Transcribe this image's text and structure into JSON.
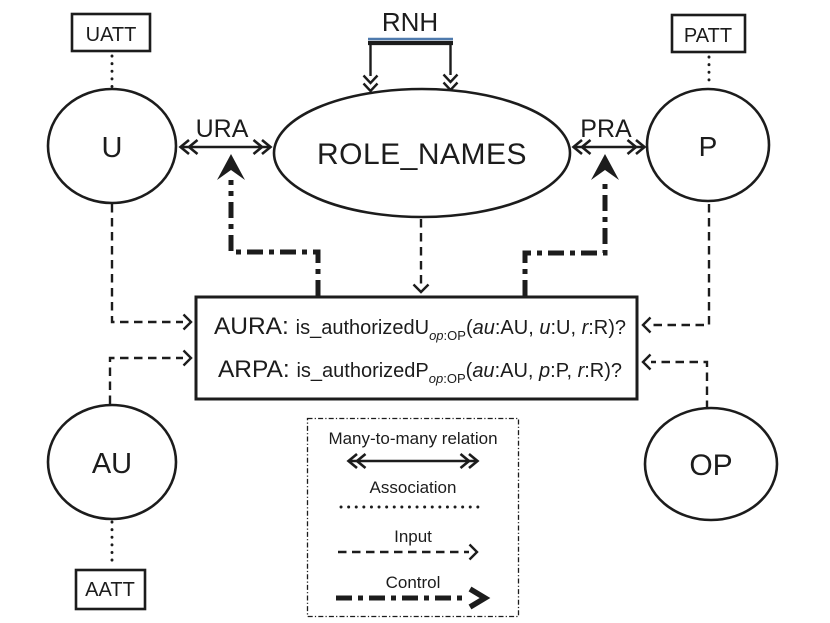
{
  "nodes": {
    "u": {
      "label": "U"
    },
    "p": {
      "label": "P"
    },
    "au": {
      "label": "AU"
    },
    "op": {
      "label": "OP"
    },
    "role_names": {
      "label": "ROLE_NAMES"
    },
    "uatt": {
      "label": "UATT"
    },
    "patt": {
      "label": "PATT"
    },
    "aatt": {
      "label": "AATT"
    }
  },
  "edge_labels": {
    "rnh": "RNH",
    "ura": "URA",
    "pra": "PRA"
  },
  "auth_box": {
    "line1": [
      {
        "t": "AURA: ",
        "c": "big"
      },
      {
        "t": "is_authorizedU",
        "c": "fn"
      },
      {
        "t": "op",
        "c": "subi"
      },
      {
        "t": ":OP",
        "c": "sub"
      },
      {
        "t": "(",
        "c": "fn"
      },
      {
        "t": "au",
        "c": "fni"
      },
      {
        "t": ":AU, ",
        "c": "fn"
      },
      {
        "t": "u",
        "c": "fni"
      },
      {
        "t": ":U, ",
        "c": "fn"
      },
      {
        "t": "r",
        "c": "fni"
      },
      {
        "t": ":R)?",
        "c": "fn"
      }
    ],
    "line2": [
      {
        "t": "ARPA: ",
        "c": "big"
      },
      {
        "t": "is_authorizedP",
        "c": "fn"
      },
      {
        "t": "op",
        "c": "subi"
      },
      {
        "t": ":OP",
        "c": "sub"
      },
      {
        "t": "(",
        "c": "fn"
      },
      {
        "t": "au",
        "c": "fni"
      },
      {
        "t": ":AU, ",
        "c": "fn"
      },
      {
        "t": "p",
        "c": "fni"
      },
      {
        "t": ":P, ",
        "c": "fn"
      },
      {
        "t": "r",
        "c": "fni"
      },
      {
        "t": ":R)?",
        "c": "fn"
      }
    ]
  },
  "legend": {
    "many_to_many": "Many-to-many relation",
    "association": "Association",
    "input": "Input",
    "control": "Control"
  },
  "colors": {
    "ink": "#1c1c1c",
    "rnh_highlight": "#4f7aad",
    "background": "#ffffff"
  }
}
